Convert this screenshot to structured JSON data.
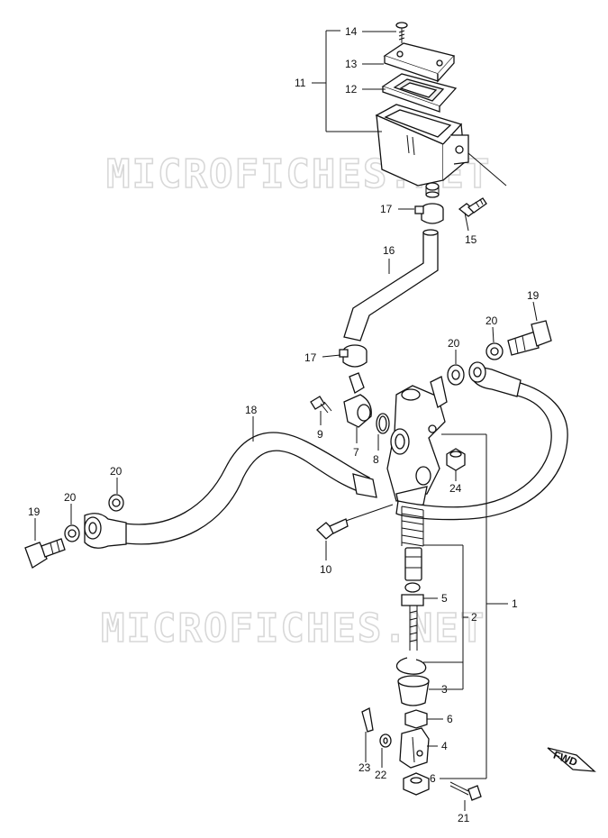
{
  "watermark": "MICROFICHES.NET",
  "fwd_badge": "FWD",
  "callouts": {
    "c1": "1",
    "c2": "2",
    "c3": "3",
    "c4": "4",
    "c5": "5",
    "c6a": "6",
    "c6b": "6",
    "c7": "7",
    "c8": "8",
    "c9": "9",
    "c10": "10",
    "c11": "11",
    "c12": "12",
    "c13": "13",
    "c14": "14",
    "c15": "15",
    "c16": "16",
    "c17a": "17",
    "c17b": "17",
    "c18": "18",
    "c19a": "19",
    "c19b": "19",
    "c20a": "20",
    "c20b": "20",
    "c20c": "20",
    "c20d": "20",
    "c21": "21",
    "c22": "22",
    "c23": "23",
    "c24": "24"
  }
}
